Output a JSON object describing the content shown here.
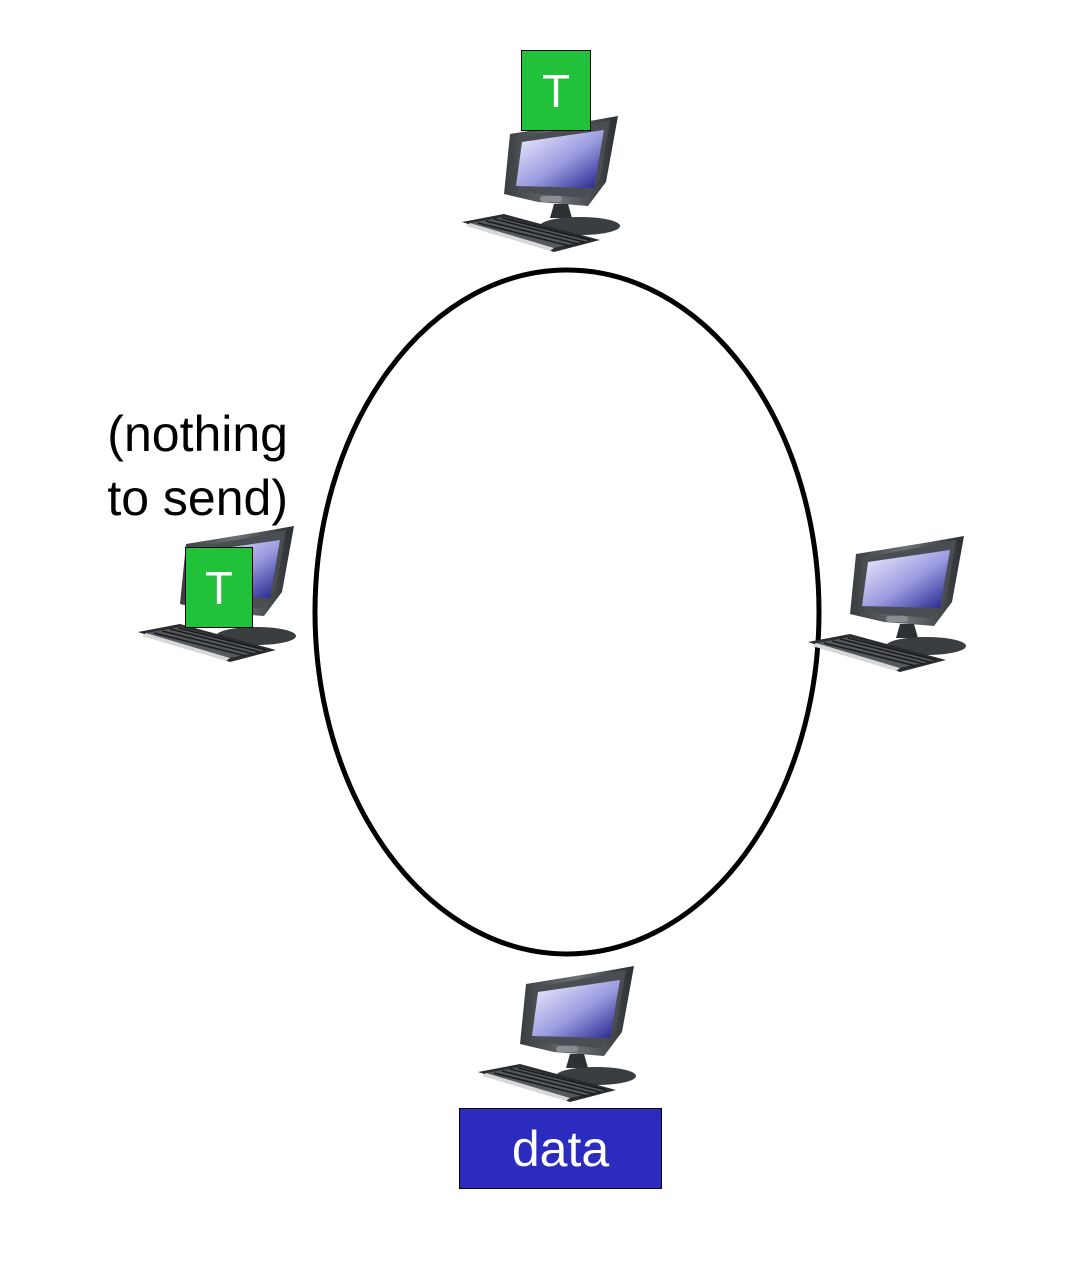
{
  "diagram": {
    "ring_color": "#000000",
    "annotation": [
      "(nothing",
      "to send)"
    ],
    "nodes": [
      {
        "id": "top",
        "icon": "desktop-computer-icon",
        "token": "T"
      },
      {
        "id": "left",
        "icon": "desktop-computer-icon",
        "token": "T"
      },
      {
        "id": "right",
        "icon": "desktop-computer-icon",
        "token": ""
      },
      {
        "id": "bottom",
        "icon": "desktop-computer-icon",
        "token": ""
      }
    ],
    "token_color": "#22c13a",
    "data_frame": {
      "label": "data",
      "color": "#2b2bbf"
    }
  }
}
